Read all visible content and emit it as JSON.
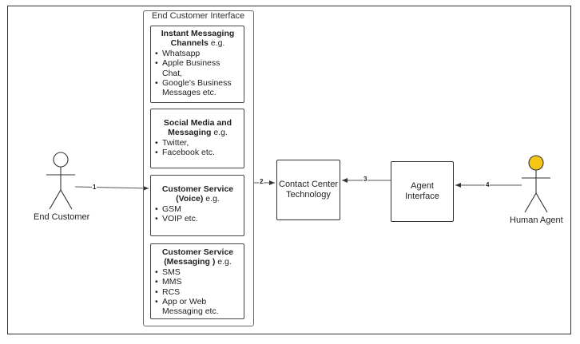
{
  "group": {
    "title": "End Customer Interface",
    "cards": [
      {
        "title_bold": "Instant Messaging Channels",
        "title_rest": " e.g.",
        "items": [
          "Whatsapp",
          "Apple Business Chat,",
          "Google's Business Messages etc."
        ]
      },
      {
        "title_bold": "Social Media and Messaging",
        "title_rest": "  e.g.",
        "items": [
          "Twitter,",
          "Facebook etc."
        ]
      },
      {
        "title_bold": "Customer Service (Voice)",
        "title_rest": " e.g.",
        "items": [
          "GSM",
          "VOIP etc."
        ]
      },
      {
        "title_bold": "Customer Service (Messaging )",
        "title_rest": " e.g.",
        "items": [
          "SMS",
          "MMS",
          "RCS",
          "App or Web Messaging etc."
        ]
      }
    ]
  },
  "nodes": {
    "contact_center": "Contact Center Technology",
    "agent_interface": "Agent Interface"
  },
  "actors": {
    "end_customer": "End Customer",
    "human_agent": "Human Agent",
    "human_agent_head_color": "#f5c518"
  },
  "edges": {
    "e1": "1",
    "e2": "2",
    "e3": "3",
    "e4": "4"
  }
}
